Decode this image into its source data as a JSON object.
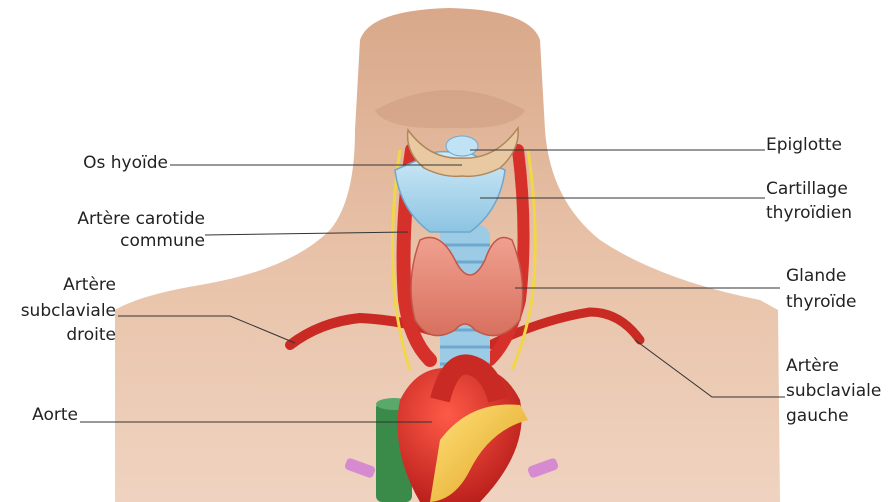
{
  "labels": {
    "os_hyoide": "Os hyoïde",
    "artere_carotide_1": "Artère carotide",
    "artere_carotide_2": "commune",
    "subclav_d_1": "Artère",
    "subclav_d_2": "subclaviale",
    "subclav_d_3": "droite",
    "aorte": "Aorte",
    "epiglotte": "Epiglotte",
    "cartillage_1": "Cartillage",
    "cartillage_2": "thyroïdien",
    "glande_1": "Glande",
    "glande_2": "thyroïde",
    "subclav_g_1": "Artère",
    "subclav_g_2": "subclaviale",
    "subclav_g_3": "gauche"
  },
  "colors": {
    "skin": "#e6bfa4",
    "artery": "#d6302a",
    "thyroid": "#e68a78",
    "cartilage": "#a9d6ec",
    "vein": "#3a8a4a",
    "nerve": "#f2d64a"
  }
}
